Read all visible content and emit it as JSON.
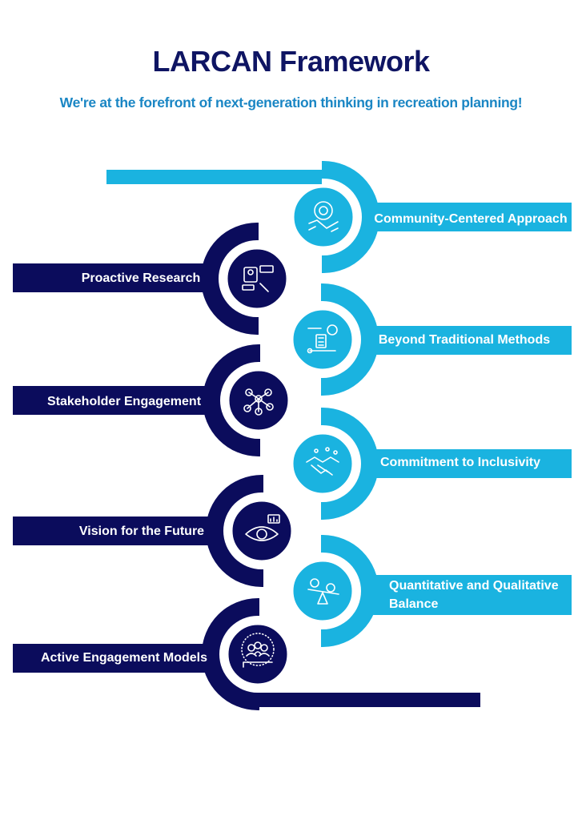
{
  "title": "LARCAN Framework",
  "subtitle": "We're at the forefront of next-generation thinking in recreation planning!",
  "colors": {
    "navy": "#0b0c5c",
    "cyan": "#1ab3e0",
    "title": "#0f1563",
    "subtitle": "#1a86c4"
  },
  "steps": [
    {
      "label": "Community-Centered Approach",
      "icon": "handshake-gear-people-icon"
    },
    {
      "label": "Proactive Research",
      "icon": "research-person-icon"
    },
    {
      "label": "Beyond Traditional Methods",
      "icon": "process-checklist-gear-icon"
    },
    {
      "label": "Stakeholder Engagement",
      "icon": "stakeholder-network-icon"
    },
    {
      "label": "Commitment to Inclusivity",
      "icon": "handshake-icon"
    },
    {
      "label": "Vision for the Future",
      "icon": "eye-chart-icon"
    },
    {
      "label_line1": "Quantitative and Qualitative",
      "label_line2": "Balance",
      "icon": "seesaw-balance-icon"
    },
    {
      "label": "Active Engagement Models",
      "icon": "team-hand-icon"
    }
  ]
}
